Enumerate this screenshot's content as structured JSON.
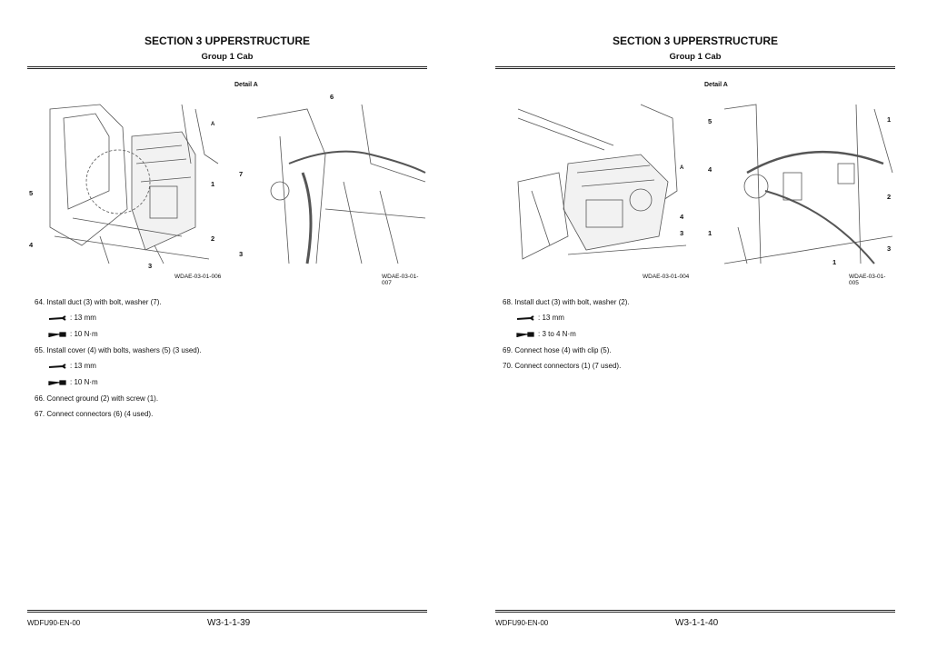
{
  "pages": [
    {
      "section": "SECTION 3 UPPERSTRUCTURE",
      "group": "Group 1 Cab",
      "detail": "Detail A",
      "figures": [
        {
          "code": "WDAE-03-01-006",
          "callouts": [
            "5",
            "4",
            "3",
            "2",
            "1",
            "A"
          ]
        },
        {
          "code": "WDAE-03-01-007",
          "callouts": [
            "6",
            "7",
            "3"
          ]
        }
      ],
      "steps": [
        {
          "text": "64.  Install duct (3) with bolt, washer (7).",
          "specs": [
            {
              "icon": "wrench-icon",
              "text": ": 13 mm"
            },
            {
              "icon": "torque-wrench-icon",
              "text": ": 10 N·m"
            }
          ]
        },
        {
          "text": "65.  Install cover (4) with bolts, washers (5) (3 used).",
          "specs": [
            {
              "icon": "wrench-icon",
              "text": ": 13 mm"
            },
            {
              "icon": "torque-wrench-icon",
              "text": ": 10 N·m"
            }
          ]
        },
        {
          "text": "66.  Connect ground (2) with screw (1).",
          "specs": []
        },
        {
          "text": "67.  Connect connectors (6) (4 used).",
          "specs": []
        }
      ],
      "doc_id": "WDFU90-EN-00",
      "page_no": "W3-1-1-39"
    },
    {
      "section": "SECTION 3 UPPERSTRUCTURE",
      "group": "Group 1 Cab",
      "detail": "Detail A",
      "figures": [
        {
          "code": "WDAE-03-01-004",
          "callouts": [
            "A",
            "4",
            "3"
          ]
        },
        {
          "code": "WDAE-03-01-005",
          "callouts": [
            "5",
            "4",
            "1",
            "1",
            "2",
            "3",
            "1"
          ]
        }
      ],
      "steps": [
        {
          "text": "68.  Install duct (3) with bolt, washer (2).",
          "specs": [
            {
              "icon": "wrench-icon",
              "text": ": 13 mm"
            },
            {
              "icon": "torque-wrench-icon",
              "text": ": 3 to 4 N·m"
            }
          ]
        },
        {
          "text": "69.  Connect hose (4) with clip (5).",
          "specs": []
        },
        {
          "text": "70.  Connect connectors (1) (7 used).",
          "specs": []
        }
      ],
      "doc_id": "WDFU90-EN-00",
      "page_no": "W3-1-1-40"
    }
  ]
}
